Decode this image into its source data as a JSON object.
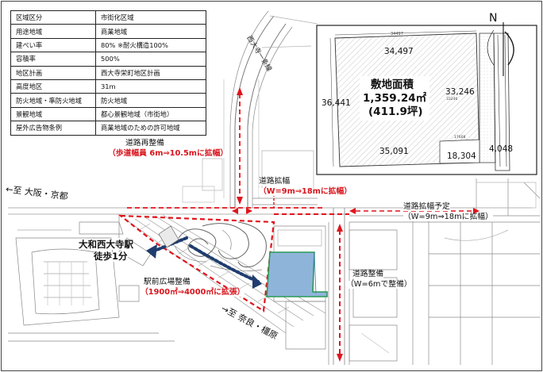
{
  "zoning_table": {
    "rows": [
      {
        "key": "区域区分",
        "value": "市街化区域"
      },
      {
        "key": "用途地域",
        "value": "商業地域"
      },
      {
        "key": "建ぺい率",
        "value": "80% ※耐火構造100%"
      },
      {
        "key": "容積率",
        "value": "500%"
      },
      {
        "key": "地区計画",
        "value": "西大寺栄町地区計画"
      },
      {
        "key": "高度地区",
        "value": "31m"
      },
      {
        "key": "防火地域・準防火地域",
        "value": "防火地域"
      },
      {
        "key": "景観地域",
        "value": "都心景観地域（市街地）"
      },
      {
        "key": "屋外広告物条例",
        "value": "商業地域のための許可地域"
      }
    ]
  },
  "inset": {
    "north_label": "N",
    "area_title": "敷地面積",
    "area_value": "1,359.24㎡",
    "area_tsubo": "(411.9坪)",
    "dim_top": "34,497",
    "dim_top_small": "34497",
    "dim_left": "36,441",
    "dim_right": "33,246",
    "dim_bottom_left": "35,091",
    "dim_bottom_mid": "18,304",
    "dim_bottom_right": "4,048",
    "small_right": "33246",
    "small_bottom": "17608"
  },
  "road_name": "西大寺一条線",
  "annotations": {
    "road_redev_title": "道路再整備",
    "road_redev_detail": "（歩道幅員 6m⇒10.5mに拡幅）",
    "widen_title": "道路拡幅",
    "widen_detail": "（W=9m⇒18mに拡幅）",
    "widen_plan_title": "道路拡幅予定",
    "widen_plan_detail": "（W=9m⇒18mに拡幅）",
    "osaka": "←至  大阪・京都",
    "nara": "→至  奈良・橿原",
    "station_name": "大和西大寺駅",
    "station_walk": "徒歩1分",
    "plaza_title": "駅前広場整備",
    "plaza_detail": "（1900㎡⇒4000㎡に拡張）",
    "road_maint_title": "道路整備",
    "road_maint_detail": "（W=6mで整備）"
  },
  "colors": {
    "red_dashed": "#e0141c",
    "site_fill": "#8fb4da",
    "site_outline": "#2a9a55",
    "route_arrow": "#1f3c6e",
    "map_lines": "#808080"
  }
}
